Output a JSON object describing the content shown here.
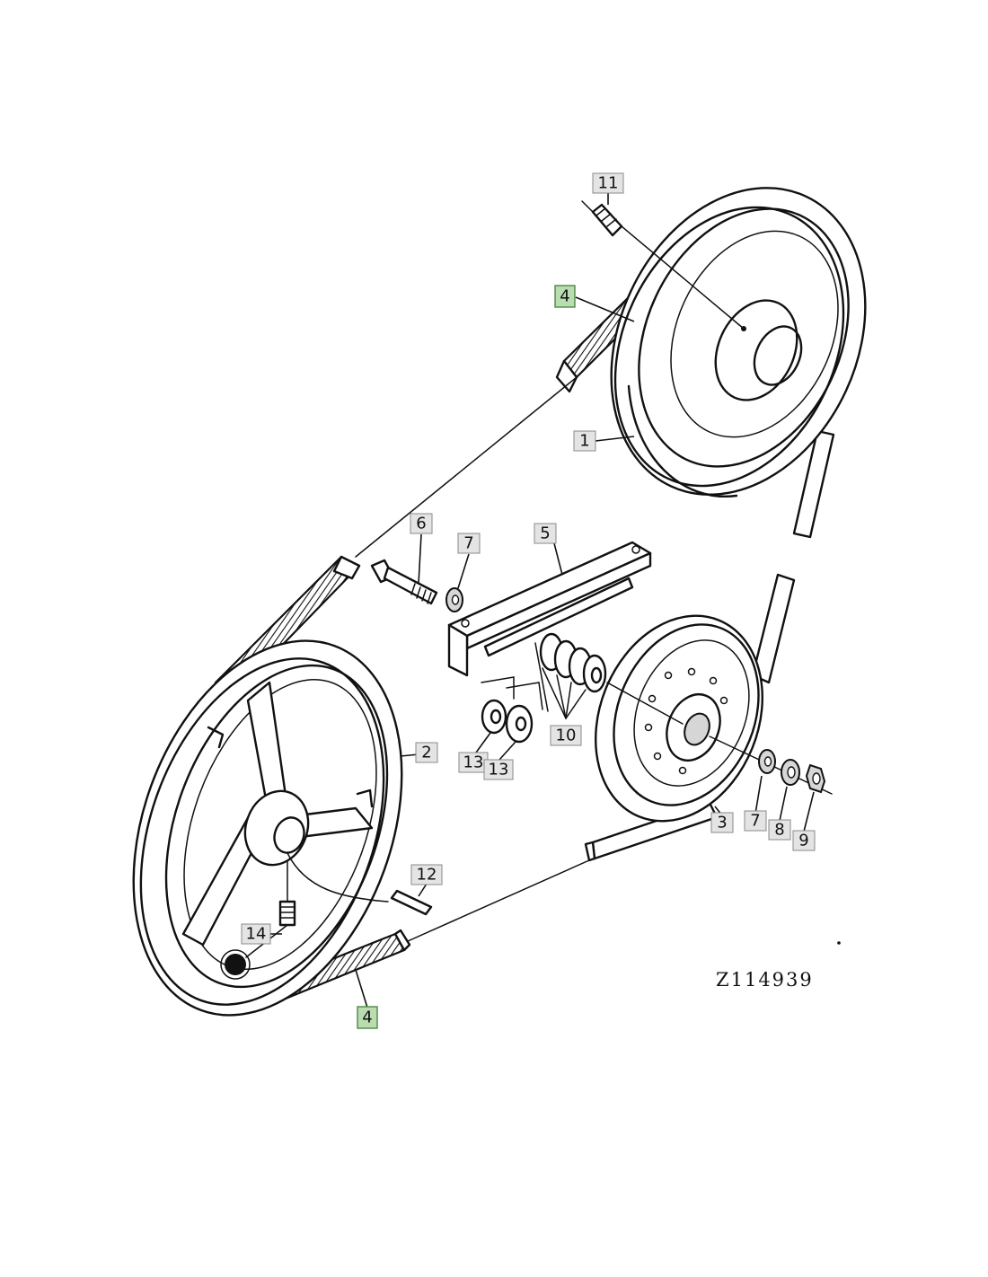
{
  "drawing_number": "Z114939",
  "callouts": [
    {
      "id": "c1",
      "label": "1",
      "highlight": false
    },
    {
      "id": "c2",
      "label": "2",
      "highlight": false
    },
    {
      "id": "c3",
      "label": "3",
      "highlight": false
    },
    {
      "id": "c4a",
      "label": "4",
      "highlight": true
    },
    {
      "id": "c4b",
      "label": "4",
      "highlight": true
    },
    {
      "id": "c5",
      "label": "5",
      "highlight": false
    },
    {
      "id": "c6",
      "label": "6",
      "highlight": false
    },
    {
      "id": "c7a",
      "label": "7",
      "highlight": false
    },
    {
      "id": "c7b",
      "label": "7",
      "highlight": false
    },
    {
      "id": "c8",
      "label": "8",
      "highlight": false
    },
    {
      "id": "c9",
      "label": "9",
      "highlight": false
    },
    {
      "id": "c10",
      "label": "10",
      "highlight": false
    },
    {
      "id": "c11",
      "label": "11",
      "highlight": false
    },
    {
      "id": "c12",
      "label": "12",
      "highlight": false
    },
    {
      "id": "c13a",
      "label": "13",
      "highlight": false
    },
    {
      "id": "c13b",
      "label": "13",
      "highlight": false
    },
    {
      "id": "c14",
      "label": "14",
      "highlight": false
    }
  ],
  "colors": {
    "line": "#111111",
    "callout_fill": "#e4e4e4",
    "highlight_fill": "#b9dcb0",
    "highlight_border": "#4d8a44"
  }
}
